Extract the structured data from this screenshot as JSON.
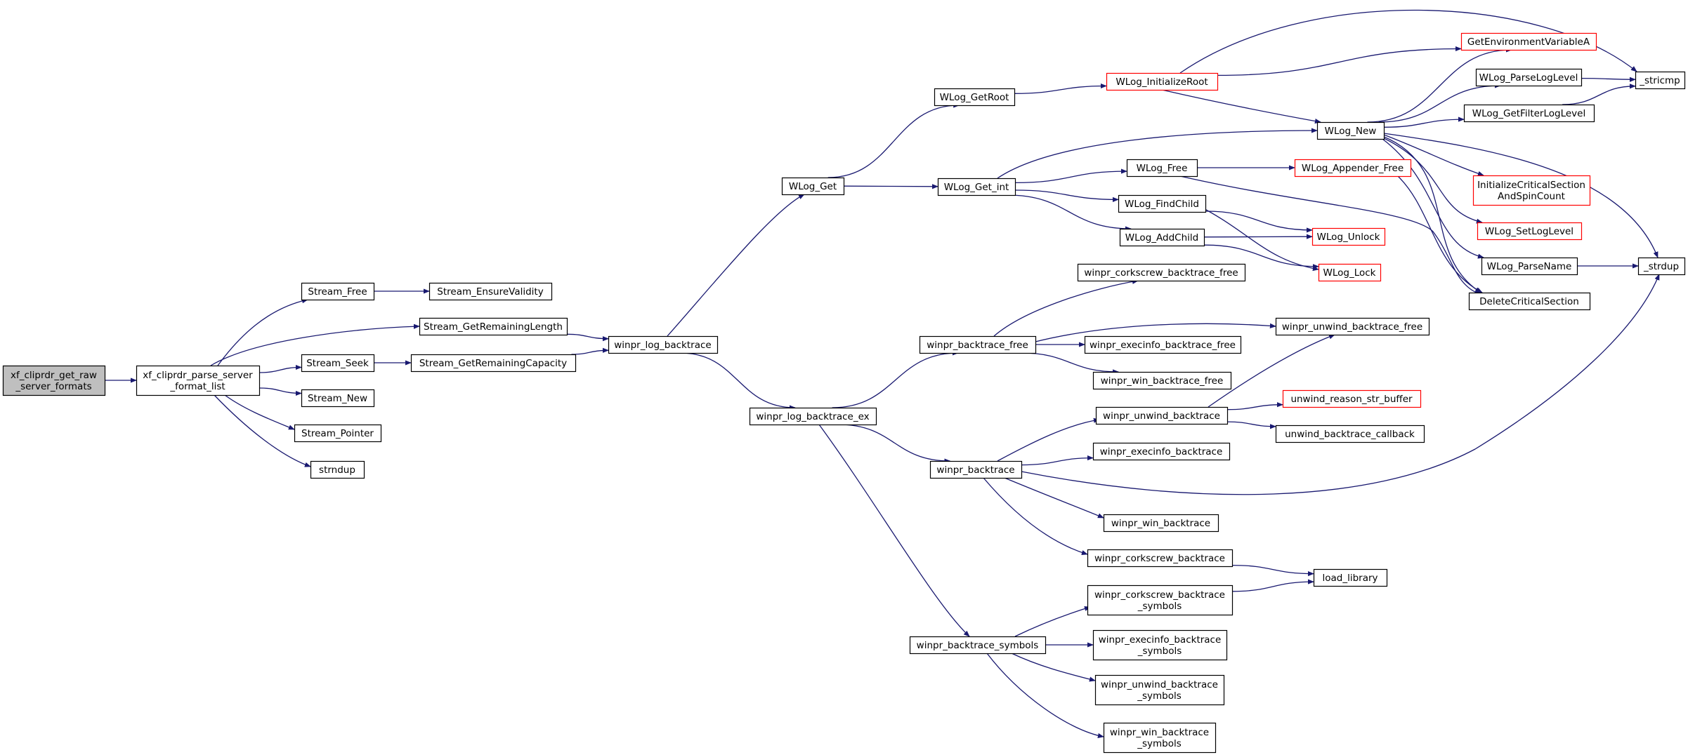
{
  "colors": {
    "edge": "#191970",
    "node_border": "#000000",
    "node_border_truncated": "#ff0000",
    "root_fill": "#bfbfbf",
    "node_fill": "#ffffff",
    "text": "#000000"
  },
  "nodes": [
    {
      "id": "root",
      "lines": [
        "xf_cliprdr_get_raw",
        "_server_formats"
      ],
      "style": "root"
    },
    {
      "id": "parse",
      "lines": [
        "xf_cliprdr_parse_server",
        "_format_list"
      ],
      "style": "normal"
    },
    {
      "id": "stream_free",
      "lines": [
        "Stream_Free"
      ],
      "style": "normal"
    },
    {
      "id": "stream_ensure",
      "lines": [
        "Stream_EnsureValidity"
      ],
      "style": "normal"
    },
    {
      "id": "stream_getrem_len",
      "lines": [
        "Stream_GetRemainingLength"
      ],
      "style": "normal"
    },
    {
      "id": "stream_seek",
      "lines": [
        "Stream_Seek"
      ],
      "style": "normal"
    },
    {
      "id": "stream_getrem_cap",
      "lines": [
        "Stream_GetRemainingCapacity"
      ],
      "style": "normal"
    },
    {
      "id": "stream_new",
      "lines": [
        "Stream_New"
      ],
      "style": "normal"
    },
    {
      "id": "stream_pointer",
      "lines": [
        "Stream_Pointer"
      ],
      "style": "normal"
    },
    {
      "id": "strndup",
      "lines": [
        "strndup"
      ],
      "style": "normal"
    },
    {
      "id": "log_bt",
      "lines": [
        "winpr_log_backtrace"
      ],
      "style": "normal"
    },
    {
      "id": "log_bt_ex",
      "lines": [
        "winpr_log_backtrace_ex"
      ],
      "style": "normal"
    },
    {
      "id": "wlog_get",
      "lines": [
        "WLog_Get"
      ],
      "style": "normal"
    },
    {
      "id": "wlog_getroot",
      "lines": [
        "WLog_GetRoot"
      ],
      "style": "normal"
    },
    {
      "id": "wlog_get_int",
      "lines": [
        "WLog_Get_int"
      ],
      "style": "normal"
    },
    {
      "id": "wlog_initroot",
      "lines": [
        "WLog_InitializeRoot"
      ],
      "style": "truncated"
    },
    {
      "id": "getenv",
      "lines": [
        "GetEnvironmentVariableA"
      ],
      "style": "truncated"
    },
    {
      "id": "stricmp",
      "lines": [
        "_stricmp"
      ],
      "style": "normal"
    },
    {
      "id": "wlog_new",
      "lines": [
        "WLog_New"
      ],
      "style": "normal"
    },
    {
      "id": "wlog_parseloglevel",
      "lines": [
        "WLog_ParseLogLevel"
      ],
      "style": "normal"
    },
    {
      "id": "wlog_getfilter",
      "lines": [
        "WLog_GetFilterLogLevel"
      ],
      "style": "normal"
    },
    {
      "id": "wlog_free",
      "lines": [
        "WLog_Free"
      ],
      "style": "normal"
    },
    {
      "id": "wlog_appender_free",
      "lines": [
        "WLog_Appender_Free"
      ],
      "style": "truncated"
    },
    {
      "id": "init_cs",
      "lines": [
        "InitializeCriticalSection",
        "AndSpinCount"
      ],
      "style": "truncated"
    },
    {
      "id": "wlog_findchild",
      "lines": [
        "WLog_FindChild"
      ],
      "style": "normal"
    },
    {
      "id": "wlog_setloglevel",
      "lines": [
        "WLog_SetLogLevel"
      ],
      "style": "truncated"
    },
    {
      "id": "wlog_addchild",
      "lines": [
        "WLog_AddChild"
      ],
      "style": "normal"
    },
    {
      "id": "wlog_unlock",
      "lines": [
        "WLog_Unlock"
      ],
      "style": "truncated"
    },
    {
      "id": "wlog_parsename",
      "lines": [
        "WLog_ParseName"
      ],
      "style": "normal"
    },
    {
      "id": "strdup",
      "lines": [
        "_strdup"
      ],
      "style": "normal"
    },
    {
      "id": "wlog_lock",
      "lines": [
        "WLog_Lock"
      ],
      "style": "truncated"
    },
    {
      "id": "delete_cs",
      "lines": [
        "DeleteCriticalSection"
      ],
      "style": "normal"
    },
    {
      "id": "cs_bt_free",
      "lines": [
        "winpr_corkscrew_backtrace_free"
      ],
      "style": "normal"
    },
    {
      "id": "unwind_bt_free",
      "lines": [
        "winpr_unwind_backtrace_free"
      ],
      "style": "normal"
    },
    {
      "id": "bt_free",
      "lines": [
        "winpr_backtrace_free"
      ],
      "style": "normal"
    },
    {
      "id": "execinfo_bt_free",
      "lines": [
        "winpr_execinfo_backtrace_free"
      ],
      "style": "normal"
    },
    {
      "id": "win_bt_free",
      "lines": [
        "winpr_win_backtrace_free"
      ],
      "style": "normal"
    },
    {
      "id": "unwind_bt",
      "lines": [
        "winpr_unwind_backtrace"
      ],
      "style": "normal"
    },
    {
      "id": "unwind_reason",
      "lines": [
        "unwind_reason_str_buffer"
      ],
      "style": "truncated"
    },
    {
      "id": "unwind_bt_cb",
      "lines": [
        "unwind_backtrace_callback"
      ],
      "style": "normal"
    },
    {
      "id": "execinfo_bt",
      "lines": [
        "winpr_execinfo_backtrace"
      ],
      "style": "normal"
    },
    {
      "id": "bt",
      "lines": [
        "winpr_backtrace"
      ],
      "style": "normal"
    },
    {
      "id": "win_bt",
      "lines": [
        "winpr_win_backtrace"
      ],
      "style": "normal"
    },
    {
      "id": "cs_bt",
      "lines": [
        "winpr_corkscrew_backtrace"
      ],
      "style": "normal"
    },
    {
      "id": "load_library",
      "lines": [
        "load_library"
      ],
      "style": "normal"
    },
    {
      "id": "cs_bt_sym",
      "lines": [
        "winpr_corkscrew_backtrace",
        "_symbols"
      ],
      "style": "normal"
    },
    {
      "id": "bt_sym",
      "lines": [
        "winpr_backtrace_symbols"
      ],
      "style": "normal"
    },
    {
      "id": "execinfo_bt_sym",
      "lines": [
        "winpr_execinfo_backtrace",
        "_symbols"
      ],
      "style": "normal"
    },
    {
      "id": "unwind_bt_sym",
      "lines": [
        "winpr_unwind_backtrace",
        "_symbols"
      ],
      "style": "normal"
    },
    {
      "id": "win_bt_sym",
      "lines": [
        "winpr_win_backtrace",
        "_symbols"
      ],
      "style": "normal"
    }
  ],
  "edges": [
    [
      "root",
      "parse"
    ],
    [
      "parse",
      "stream_free"
    ],
    [
      "parse",
      "stream_getrem_len"
    ],
    [
      "parse",
      "stream_seek"
    ],
    [
      "parse",
      "stream_new"
    ],
    [
      "parse",
      "stream_pointer"
    ],
    [
      "parse",
      "strndup"
    ],
    [
      "stream_free",
      "stream_ensure"
    ],
    [
      "stream_getrem_len",
      "log_bt"
    ],
    [
      "stream_seek",
      "stream_getrem_cap"
    ],
    [
      "stream_getrem_cap",
      "log_bt"
    ],
    [
      "log_bt",
      "wlog_get"
    ],
    [
      "log_bt",
      "log_bt_ex"
    ],
    [
      "wlog_get",
      "wlog_getroot"
    ],
    [
      "wlog_get",
      "wlog_get_int"
    ],
    [
      "wlog_getroot",
      "wlog_initroot"
    ],
    [
      "wlog_initroot",
      "stricmp"
    ],
    [
      "wlog_initroot",
      "getenv"
    ],
    [
      "wlog_initroot",
      "wlog_new"
    ],
    [
      "wlog_get_int",
      "wlog_new"
    ],
    [
      "wlog_get_int",
      "wlog_free"
    ],
    [
      "wlog_get_int",
      "wlog_findchild"
    ],
    [
      "wlog_get_int",
      "wlog_addchild"
    ],
    [
      "wlog_new",
      "getenv"
    ],
    [
      "wlog_new",
      "wlog_parseloglevel"
    ],
    [
      "wlog_new",
      "wlog_getfilter"
    ],
    [
      "wlog_new",
      "init_cs"
    ],
    [
      "wlog_new",
      "wlog_setloglevel"
    ],
    [
      "wlog_new",
      "wlog_parsename"
    ],
    [
      "wlog_new",
      "strdup"
    ],
    [
      "wlog_new",
      "delete_cs"
    ],
    [
      "wlog_parseloglevel",
      "stricmp"
    ],
    [
      "wlog_getfilter",
      "stricmp"
    ],
    [
      "wlog_parsename",
      "strdup"
    ],
    [
      "wlog_free",
      "wlog_appender_free"
    ],
    [
      "wlog_free",
      "delete_cs"
    ],
    [
      "wlog_appender_free",
      "delete_cs"
    ],
    [
      "wlog_findchild",
      "wlog_unlock"
    ],
    [
      "wlog_findchild",
      "wlog_lock"
    ],
    [
      "wlog_addchild",
      "wlog_unlock"
    ],
    [
      "wlog_addchild",
      "wlog_lock"
    ],
    [
      "log_bt_ex",
      "bt_free"
    ],
    [
      "log_bt_ex",
      "bt"
    ],
    [
      "log_bt_ex",
      "bt_sym"
    ],
    [
      "bt_free",
      "cs_bt_free"
    ],
    [
      "bt_free",
      "unwind_bt_free"
    ],
    [
      "bt_free",
      "execinfo_bt_free"
    ],
    [
      "bt_free",
      "win_bt_free"
    ],
    [
      "bt",
      "unwind_bt"
    ],
    [
      "bt",
      "execinfo_bt"
    ],
    [
      "bt",
      "strdup"
    ],
    [
      "bt",
      "win_bt"
    ],
    [
      "bt",
      "cs_bt"
    ],
    [
      "unwind_bt",
      "unwind_bt_free"
    ],
    [
      "unwind_bt",
      "unwind_reason"
    ],
    [
      "unwind_bt",
      "unwind_bt_cb"
    ],
    [
      "cs_bt",
      "load_library"
    ],
    [
      "cs_bt_sym",
      "load_library"
    ],
    [
      "bt_sym",
      "cs_bt_sym"
    ],
    [
      "bt_sym",
      "execinfo_bt_sym"
    ],
    [
      "bt_sym",
      "unwind_bt_sym"
    ],
    [
      "bt_sym",
      "win_bt_sym"
    ]
  ]
}
